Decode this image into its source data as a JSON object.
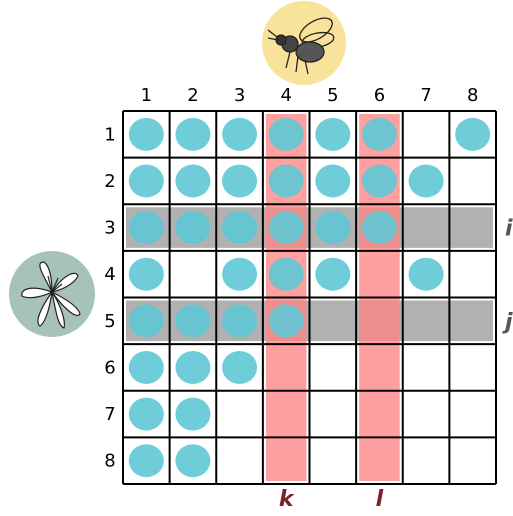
{
  "grid": {
    "size": 8,
    "column_labels": [
      "1",
      "2",
      "3",
      "4",
      "5",
      "6",
      "7",
      "8"
    ],
    "row_labels": [
      "1",
      "2",
      "3",
      "4",
      "5",
      "6",
      "7",
      "8"
    ],
    "circles": [
      [
        1,
        1,
        1,
        1,
        1,
        1,
        0,
        1
      ],
      [
        1,
        1,
        1,
        1,
        1,
        1,
        1,
        0
      ],
      [
        1,
        1,
        1,
        1,
        1,
        1,
        0,
        0
      ],
      [
        1,
        0,
        1,
        1,
        1,
        0,
        1,
        0
      ],
      [
        1,
        1,
        1,
        1,
        0,
        0,
        0,
        0
      ],
      [
        1,
        1,
        1,
        0,
        0,
        0,
        0,
        0
      ],
      [
        1,
        1,
        0,
        0,
        0,
        0,
        0,
        0
      ],
      [
        1,
        1,
        0,
        0,
        0,
        0,
        0,
        0
      ]
    ],
    "highlighted_rows": [
      {
        "row": 3,
        "label": "i"
      },
      {
        "row": 5,
        "label": "j"
      }
    ],
    "highlighted_columns": [
      {
        "col": 4,
        "label": "k"
      },
      {
        "col": 6,
        "label": "l"
      }
    ]
  },
  "colors": {
    "circle": "#5ec8d4",
    "row_highlight": "#a8a8a8",
    "col_highlight": "#ff8585",
    "row_label": "#555555",
    "col_label": "#7a2228",
    "bee_badge": "#f9e29a",
    "lily_badge": "#a7c2b7"
  },
  "icons": {
    "top": "bee-icon",
    "left": "lily-flower-icon"
  }
}
